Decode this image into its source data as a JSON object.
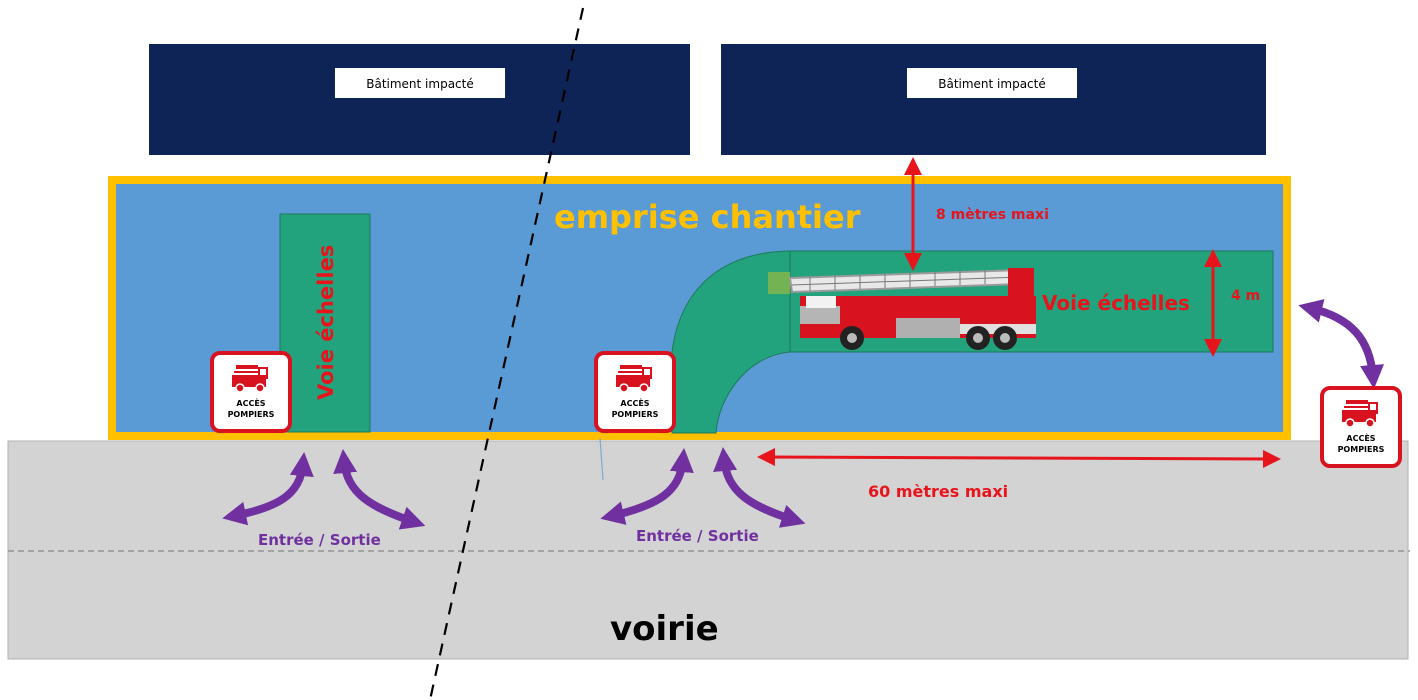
{
  "buildings": [
    {
      "label": "Bâtiment impacté"
    },
    {
      "label": "Bâtiment impacté"
    }
  ],
  "site": {
    "label": "emprise chantier"
  },
  "lanes": {
    "vertical_label": "Voie échelles",
    "horizontal_label": "Voie échelles"
  },
  "dimensions": {
    "distance_building": "8 mètres maxi",
    "lane_width": "4 m",
    "lane_length": "60 mètres maxi"
  },
  "access": {
    "left_label": "Entrée / Sortie",
    "right_label": "Entrée / Sortie"
  },
  "signs": [
    {
      "line1": "ACCÈS",
      "line2": "POMPIERS"
    },
    {
      "line1": "ACCÈS",
      "line2": "POMPIERS"
    },
    {
      "line1": "ACCÈS",
      "line2": "POMPIERS"
    }
  ],
  "road": {
    "label": "voirie"
  },
  "colors": {
    "building": "#0e2356",
    "site_fill": "#5b9bd5",
    "site_border": "#ffc000",
    "lane": "#22a37d",
    "road": "#d3d3d3",
    "dimension": "#e8141c",
    "arrow": "#7030a0",
    "sign_red": "#d9121f"
  }
}
